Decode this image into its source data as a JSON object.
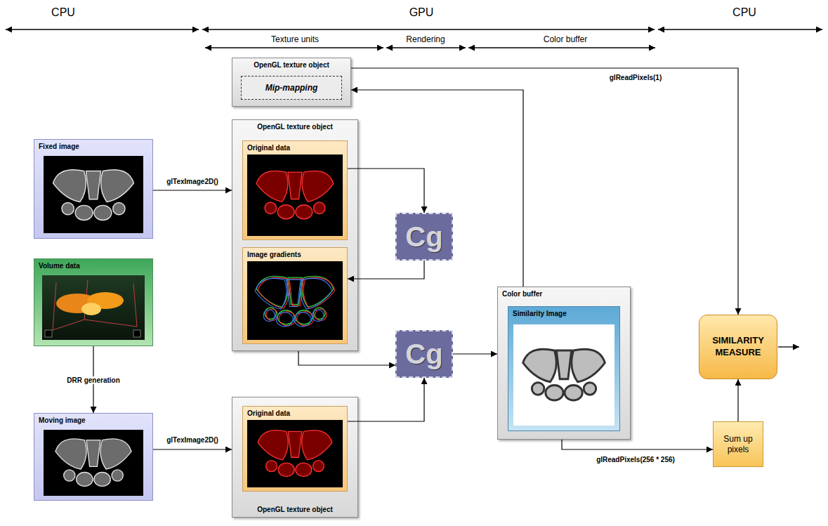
{
  "diagram": {
    "nodes": [
      {
        "text": [
          "OpenGL texture object"
        ]
      },
      {
        "text": [
          "Mip-mapping"
        ],
        "in": 0
      },
      {
        "text": [
          "Fixed image"
        ]
      },
      {
        "text": [
          "OpenGL texture object"
        ]
      },
      {
        "text": [
          "Original data"
        ],
        "in": 3
      },
      {
        "text": [
          "Image gradients"
        ],
        "in": 3
      },
      {
        "text": [
          "Cg"
        ]
      },
      {
        "text": [
          "Volume data"
        ]
      },
      {
        "text": [
          "Color buffer"
        ]
      },
      {
        "text": [
          "Similarity Image"
        ],
        "in": 8
      },
      {
        "text": [
          "SIMILARITY MEASURE"
        ]
      },
      {
        "text": [
          "Cg"
        ]
      },
      {
        "text": [
          "Moving image"
        ]
      },
      {
        "text": [
          "Sum up pixels"
        ]
      },
      {
        "text": [
          "OpenGL texture object"
        ]
      },
      {
        "text": [
          "Original data"
        ],
        "in": 14
      }
    ],
    "edges": [
      {
        "from": 2,
        "to": 3,
        "label": "glTexImage2D()",
        "arrow": "to"
      },
      {
        "from": 4,
        "to": 6,
        "arrow": "to"
      },
      {
        "from": 6,
        "to": 5,
        "arrow": "to"
      },
      {
        "from": 3,
        "to": 11,
        "arrow": "to"
      },
      {
        "from": 15,
        "to": 11,
        "arrow": "to"
      },
      {
        "from": 11,
        "to": 8,
        "arrow": "to"
      },
      {
        "from": 8,
        "to": 0,
        "arrow": "to"
      },
      {
        "from": 0,
        "to": 10,
        "label": "glReadPixels(1)",
        "arrow": "to"
      },
      {
        "from": 8,
        "to": 13,
        "label": "glReadPixels(256 * 256)",
        "arrow": "to"
      },
      {
        "from": 13,
        "to": 10,
        "arrow": "to"
      },
      {
        "from": 7,
        "to": 12,
        "label": "DRR generation",
        "arrow": "to"
      },
      {
        "from": 12,
        "to": 14,
        "label": "glTexImage2D()",
        "arrow": "to"
      }
    ],
    "labels": [
      "CPU",
      "GPU",
      "CPU",
      "Texture units",
      "Rendering",
      "Color buffer"
    ]
  }
}
